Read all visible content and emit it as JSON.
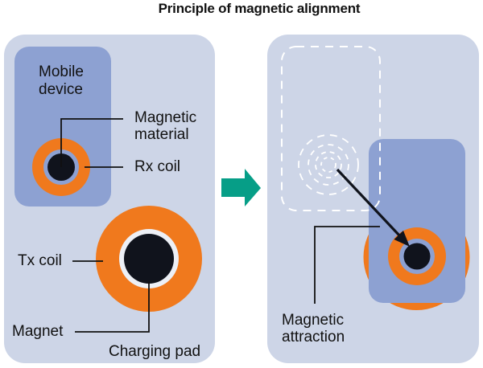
{
  "title": "Principle of magnetic alignment",
  "colors": {
    "page_bg": "#FFFFFF",
    "panel_bg": "#CDD5E7",
    "device_blue": "#8DA1D2",
    "coil_orange": "#F0791D",
    "magnet_black": "#10131C",
    "ring_white": "#EDF0F6",
    "arrow_teal": "#069E87",
    "line_black": "#111111",
    "dash_white": "#FFFFFF"
  },
  "icons": {
    "transition_arrow": "right-block-arrow",
    "attraction_arrow": "diagonal-black-arrow"
  },
  "left_panel": {
    "labels": {
      "mobile_device": {
        "line1": "Mobile",
        "line2": "device"
      },
      "magnetic_material": {
        "line1": "Magnetic",
        "line2": "material"
      },
      "rx_coil": "Rx coil",
      "tx_coil": "Tx coil",
      "magnet": "Magnet",
      "charging_pad": "Charging pad"
    }
  },
  "right_panel": {
    "labels": {
      "magnetic_attraction": {
        "line1": "Magnetic",
        "line2": "attraction"
      }
    }
  }
}
